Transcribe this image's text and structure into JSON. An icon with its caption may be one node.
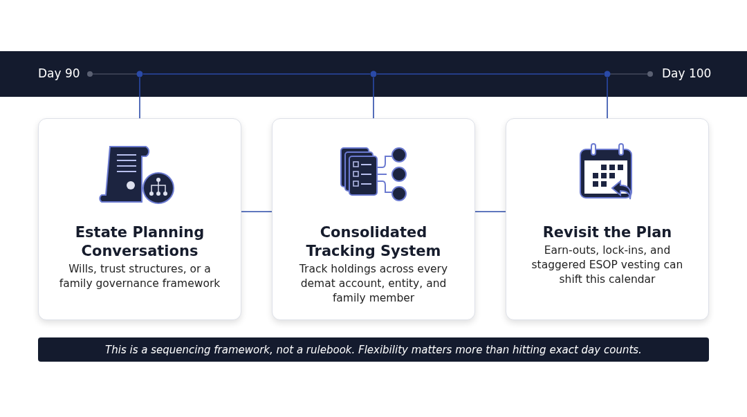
{
  "diagram": {
    "nodes": [
      {
        "text": [],
        "shape": "circle"
      },
      {
        "text": [],
        "shape": "circle"
      },
      {
        "text": [],
        "shape": "circle"
      },
      {
        "text": [
          "Estate Planning Conversations",
          "Wills, trust structures, or a family governance framework"
        ]
      },
      {
        "text": [
          "Consolidated Tracking System",
          "Track holdings across every demat account, entity, and family member"
        ]
      },
      {
        "text": [
          "Revisit the Plan",
          "Earn-outs, lock-ins, and staggered ESOP vesting can shift this calendar"
        ]
      },
      {
        "text": [
          "This is a sequencing framework, not a rulebook. Flexibility matters more than hitting exact day counts."
        ]
      }
    ],
    "edges": [
      {
        "from": 0,
        "to": 1,
        "arrow": "none"
      },
      {
        "from": 1,
        "to": 2,
        "arrow": "none"
      },
      {
        "from": 0,
        "to": 3,
        "arrow": "none"
      },
      {
        "from": 1,
        "to": 4,
        "arrow": "none"
      },
      {
        "from": 2,
        "to": 5,
        "arrow": "none"
      },
      {
        "from": 3,
        "to": 4,
        "arrow": "none"
      },
      {
        "from": 4,
        "to": 5,
        "arrow": "none"
      }
    ],
    "labels": [
      "Day 90",
      "Day 100"
    ]
  }
}
